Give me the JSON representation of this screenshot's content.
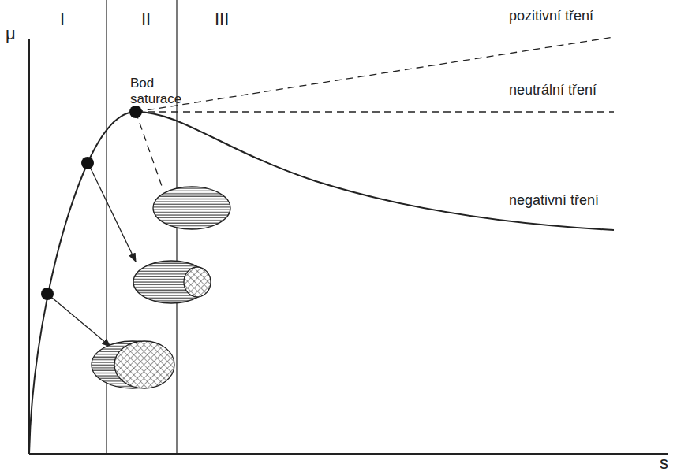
{
  "diagram": {
    "labels": [
      "μ",
      "I",
      "II",
      "III",
      "pozitivní tření",
      "Bod saturace",
      "neutrální tření",
      "negativní tření",
      "s"
    ]
  }
}
